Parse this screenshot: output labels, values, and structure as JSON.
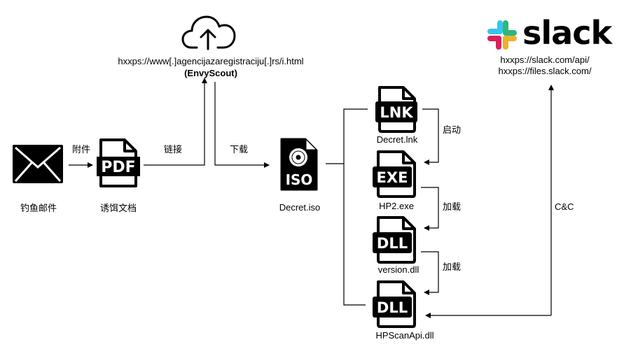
{
  "cloud": {
    "url": "hxxps://www[.]agencijazaregistraciju[.]rs/i.html",
    "name": "(EnvyScout)"
  },
  "nodes": {
    "email": "钓鱼邮件",
    "pdf": "诱饵文档",
    "iso": "Decret.iso",
    "lnk": "Decret.lnk",
    "exe": "HP2.exe",
    "dll1": "version.dll",
    "dll2": "HPScanApi.dll"
  },
  "edges": {
    "attachment": "附件",
    "link": "链接",
    "download": "下载",
    "launch": "启动",
    "load1": "加载",
    "load2": "加载",
    "cnc": "C&C"
  },
  "icons": {
    "pdf": "PDF",
    "iso": "ISO",
    "lnk": "LNK",
    "exe": "EXE",
    "dll1": "DLL",
    "dll2": "DLL"
  },
  "slack": {
    "brand": "slack",
    "url1": "hxxps://slack.com/api/",
    "url2": "hxxps://files.slack.com/",
    "colors": {
      "blue": "#36C5F0",
      "green": "#2EB67D",
      "red": "#E01E5A",
      "yellow": "#ECB22E"
    }
  }
}
